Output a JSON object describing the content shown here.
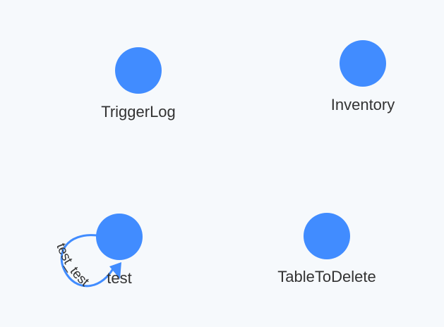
{
  "graph": {
    "node_color": "#418cff",
    "edge_color": "#418cff",
    "label_color": "#333333",
    "background": "#f6f9fc",
    "nodes": [
      {
        "id": "triggerlog",
        "label": "TriggerLog"
      },
      {
        "id": "inventory",
        "label": "Inventory"
      },
      {
        "id": "test",
        "label": "test"
      },
      {
        "id": "tabletodelete",
        "label": "TableToDelete"
      }
    ],
    "edges": [
      {
        "from": "test",
        "to": "test",
        "label": "test_test"
      }
    ]
  }
}
